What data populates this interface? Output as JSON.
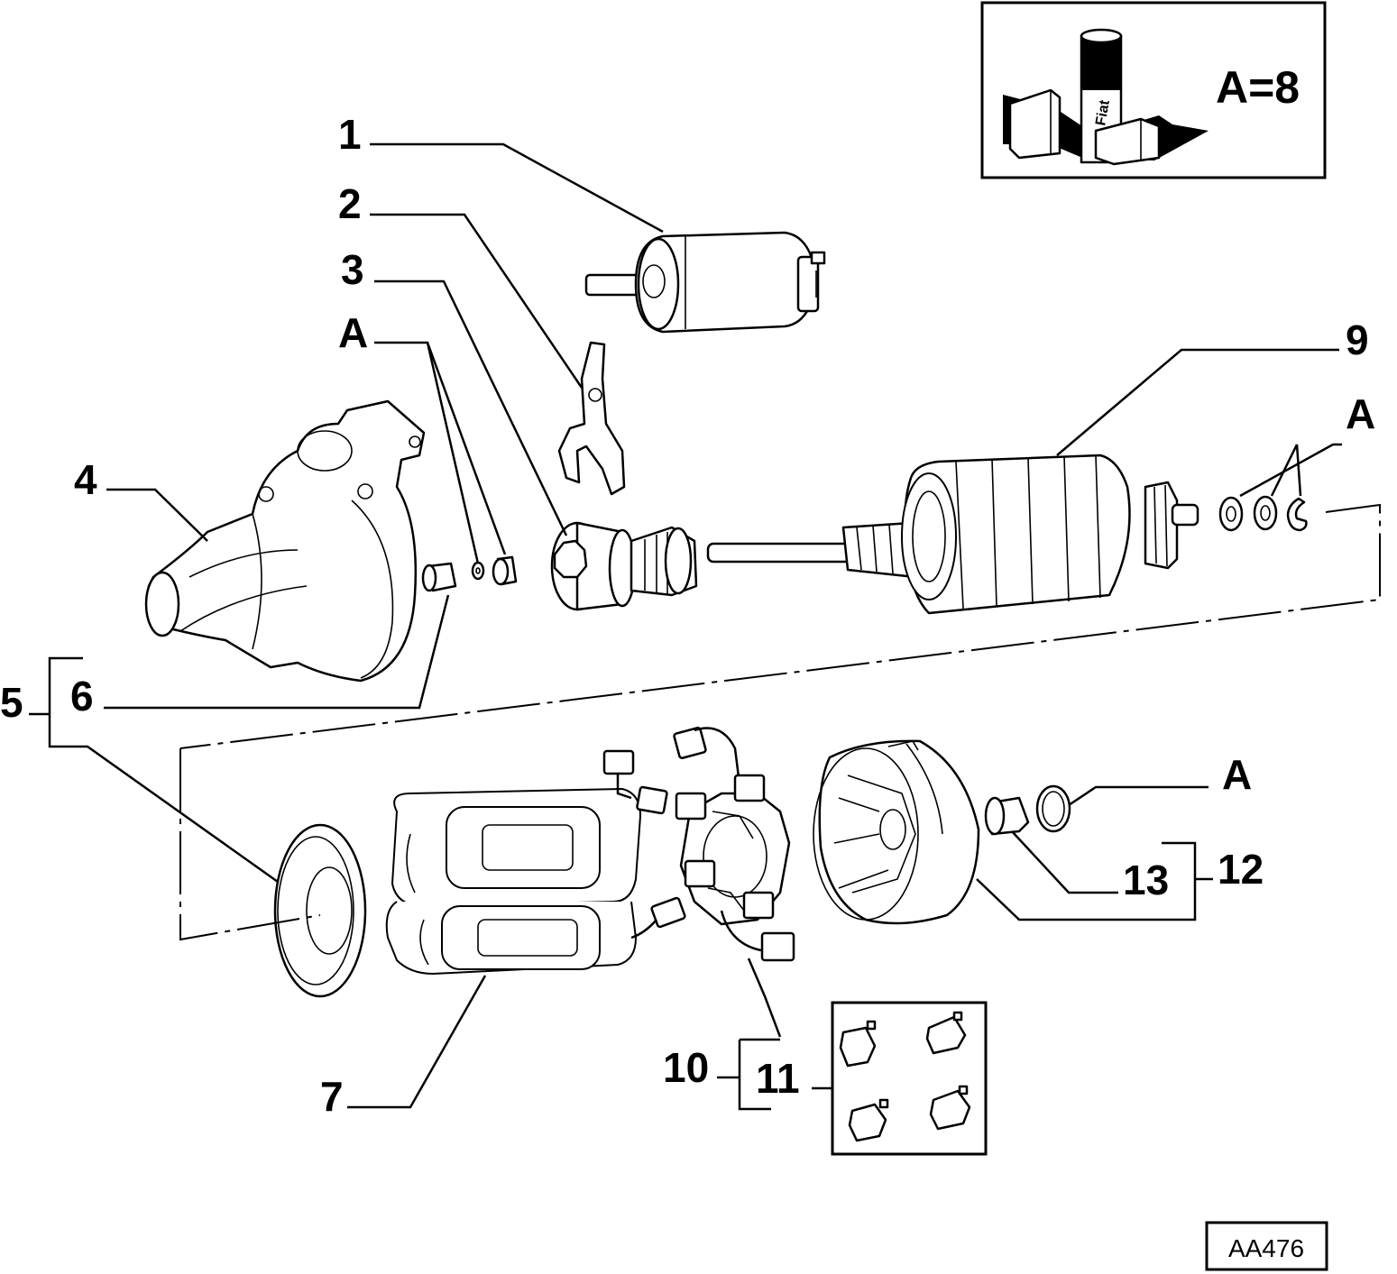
{
  "legend": {
    "text": "A=8",
    "can_label": "Fiat"
  },
  "labels": {
    "l1": "1",
    "l2": "2",
    "l3": "3",
    "lA1": "A",
    "l4": "4",
    "l5": "5",
    "l6": "6",
    "l7": "7",
    "l9": "9",
    "lA2": "A",
    "lA3": "A",
    "l10": "10",
    "l11": "11",
    "l12": "12",
    "l13": "13"
  },
  "drawing_code": "AA476",
  "colors": {
    "ink": "#000000",
    "paper": "#ffffff"
  }
}
